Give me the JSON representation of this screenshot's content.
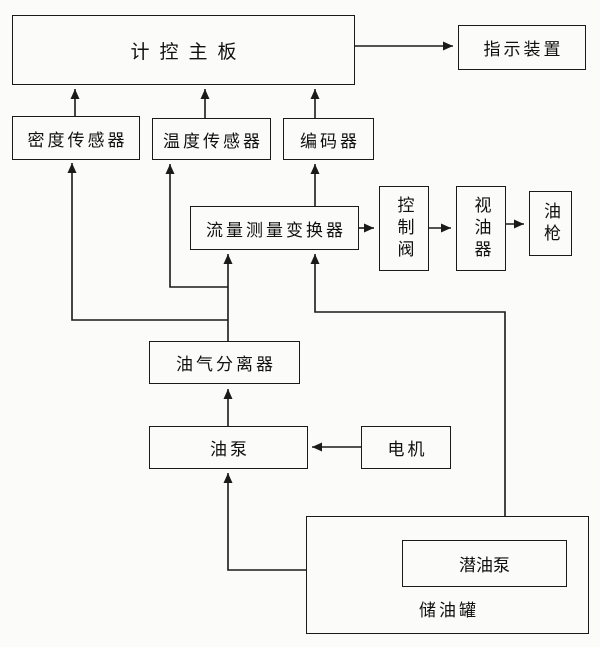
{
  "diagram": {
    "nodes": {
      "main_board": {
        "label": "计控主板"
      },
      "indicator": {
        "label": "指示装置"
      },
      "density_sensor": {
        "label": "密度传感器"
      },
      "temp_sensor": {
        "label": "温度传感器"
      },
      "encoder": {
        "label": "编码器"
      },
      "flow_transducer": {
        "label": "流量测量变换器"
      },
      "control_valve": {
        "label": "控制阀"
      },
      "sight_glass": {
        "label": "视油器"
      },
      "nozzle": {
        "label": "油枪"
      },
      "separator": {
        "label": "油气分离器"
      },
      "oil_pump": {
        "label": "油泵"
      },
      "motor": {
        "label": "电机"
      },
      "tank": {
        "label": "储油罐"
      },
      "submersible_pump": {
        "label": "潜油泵"
      }
    },
    "colors": {
      "line": "#1a1a1a",
      "background": "#fbfbf9"
    }
  }
}
